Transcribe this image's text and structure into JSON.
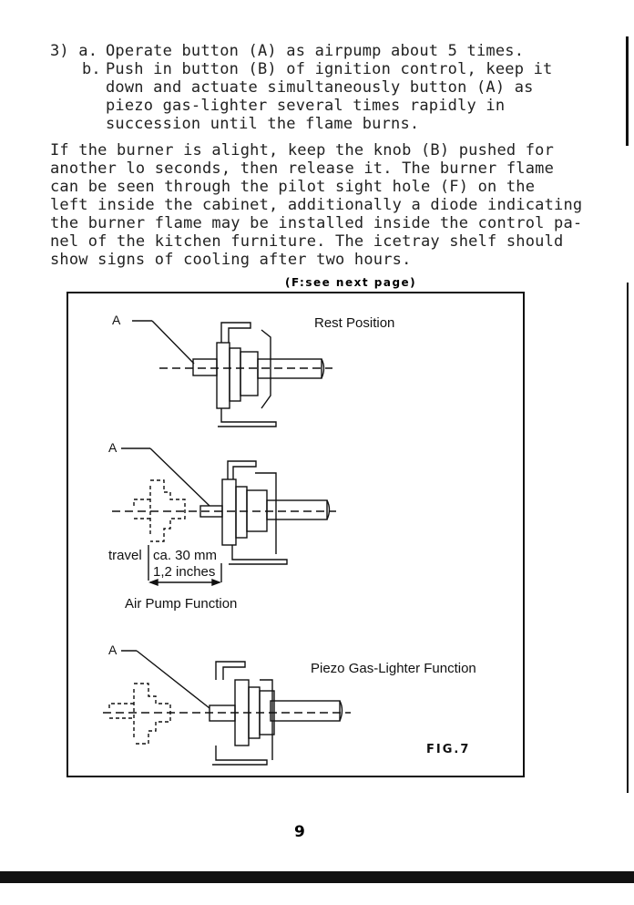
{
  "steps": {
    "step3a_num": "3) a.",
    "step3a": "Operate button (A) as airpump about 5 times.",
    "step3b_num": "b.",
    "step3b_lines": [
      "Push in button (B) of ignition control, keep it",
      "down and actuate simultaneously button (A) as",
      "piezo gas-lighter several times rapidly in",
      "succession until the flame burns."
    ]
  },
  "paragraph_lines": [
    "If the burner is alight, keep the knob (B) pushed for",
    "another lo seconds, then release it. The burner flame",
    "can be seen through the pilot sight hole (F) on the",
    "left inside the cabinet, additionally a diode indicating",
    "the burner flame may be installed inside the control pa-",
    "nel of the kitchen furniture. The icetray shelf should",
    "show signs of cooling after two hours."
  ],
  "note": "(F:see next page)",
  "figure": {
    "label_a": "A",
    "rest_position": "Rest Position",
    "travel": "travel",
    "travel_mm": "ca. 30 mm",
    "travel_in": "1,2 inches",
    "air_pump_function": "Air Pump Function",
    "piezo_function": "Piezo Gas-Lighter Function",
    "fig_label": "FIG.7"
  },
  "page_number": "9"
}
